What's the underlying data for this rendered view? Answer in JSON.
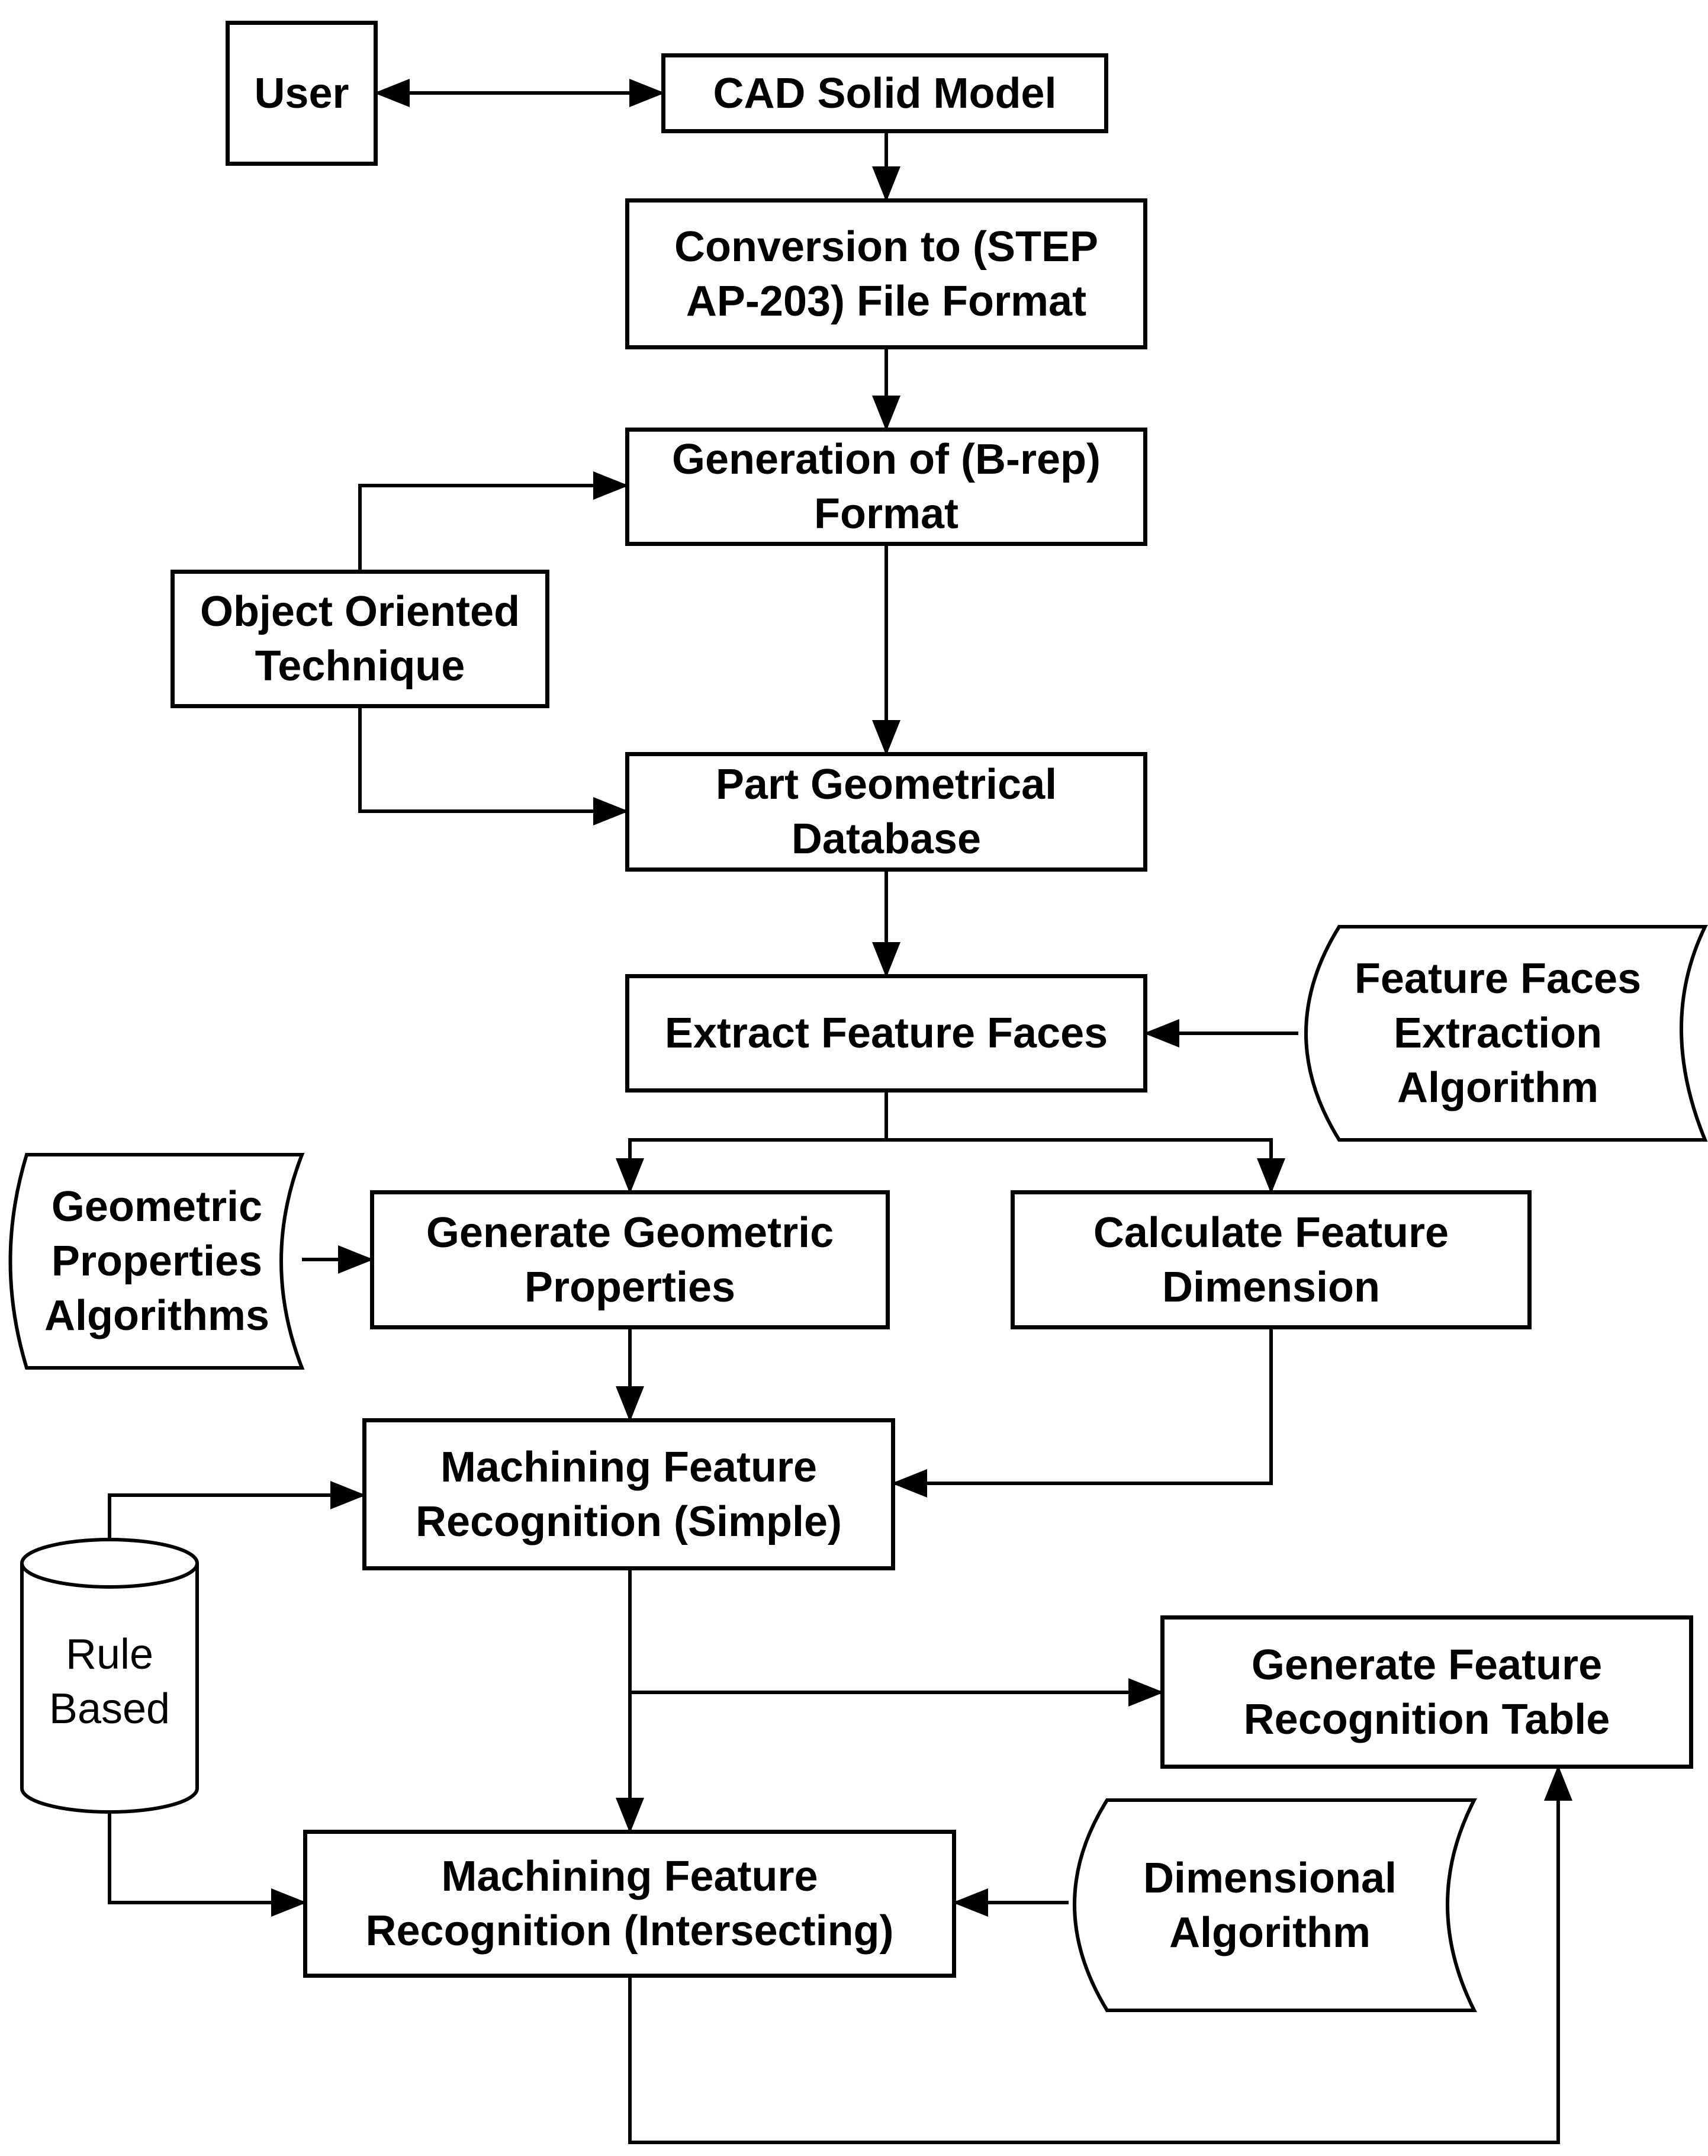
{
  "diagram": {
    "user": "User",
    "cad_model": "CAD Solid Model",
    "conversion": [
      "Conversion to (STEP",
      "AP-203) File Format"
    ],
    "brep": [
      "Generation of (B-rep)",
      "Format"
    ],
    "object_oriented": [
      "Object Oriented",
      "Technique"
    ],
    "part_db": [
      "Part Geometrical",
      "Database"
    ],
    "extract_faces": "Extract Feature Faces",
    "faces_algorithm": [
      "Feature Faces",
      "Extraction",
      "Algorithm"
    ],
    "geom_algorithms": [
      "Geometric",
      "Properties",
      "Algorithms"
    ],
    "generate_geom": [
      "Generate Geometric",
      "Properties"
    ],
    "calc_dimension": [
      "Calculate Feature",
      "Dimension"
    ],
    "mfr_simple": [
      "Machining Feature",
      "Recognition (Simple)"
    ],
    "rule_based": [
      "Rule",
      "Based"
    ],
    "recognition_table": [
      "Generate Feature",
      "Recognition Table"
    ],
    "mfr_intersecting": [
      "Machining Feature",
      "Recognition (Intersecting)"
    ],
    "dimensional_algorithm": [
      "Dimensional",
      "Algorithm"
    ]
  },
  "colors": {
    "line": "#000000",
    "fill": "#ffffff"
  }
}
